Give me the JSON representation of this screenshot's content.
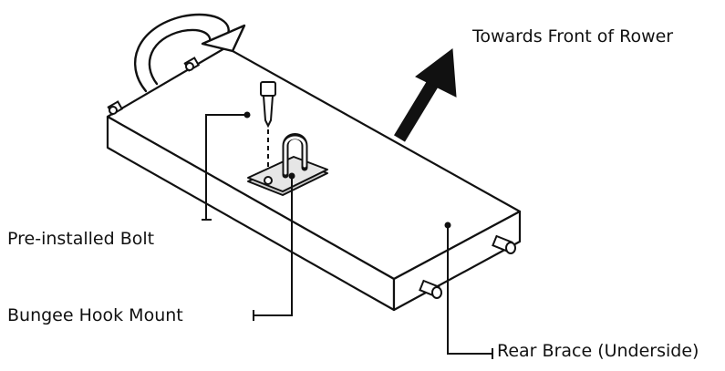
{
  "figure": {
    "labels": {
      "front": "Towards Front of Rower",
      "bolt": "Pre-installed Bolt",
      "hook": "Bungee Hook Mount",
      "brace": "Rear Brace (Underside)"
    },
    "icons": {
      "rotate": "rotate-arrow-icon",
      "direction": "direction-arrow-icon"
    },
    "colors": {
      "line": "#111111",
      "fill": "#ffffff",
      "shade": "#e6e6e6"
    }
  }
}
